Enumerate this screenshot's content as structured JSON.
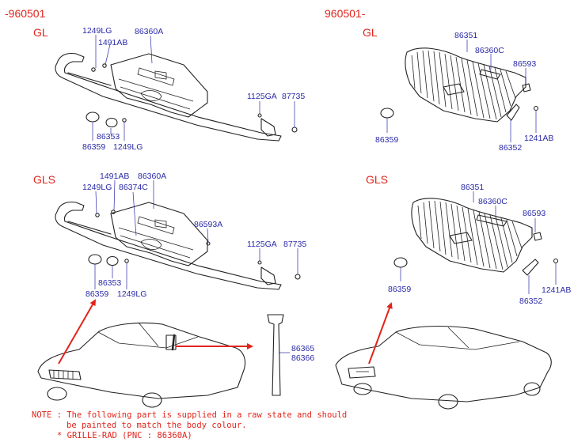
{
  "sections": {
    "left_period": "-960501",
    "right_period": "960501-",
    "gl_left": "GL",
    "gls_left": "GLS",
    "gl_right": "GL",
    "gls_right": "GLS"
  },
  "labels": {
    "l1_1249LG_top": "1249LG",
    "l1_1491AB": "1491AB",
    "l1_86360A": "86360A",
    "l1_1125GA": "1125GA",
    "l1_87735": "87735",
    "l1_86353": "86353",
    "l1_86359": "86359",
    "l1_1249LG_bot": "1249LG",
    "l2_1491AB": "1491AB",
    "l2_86360A": "86360A",
    "l2_1249LG_top": "1249LG",
    "l2_86374C": "86374C",
    "l2_86593A": "86593A",
    "l2_1125GA": "1125GA",
    "l2_87735": "87735",
    "l2_86353": "86353",
    "l2_86359": "86359",
    "l2_1249LG_bot": "1249LG",
    "r1_86351": "86351",
    "r1_86360C": "86360C",
    "r1_86593": "86593",
    "r1_86359": "86359",
    "r1_1241AB": "1241AB",
    "r1_86352": "86352",
    "r2_86351": "86351",
    "r2_86360C": "86360C",
    "r2_86593": "86593",
    "r2_86359": "86359",
    "r2_1241AB": "1241AB",
    "r2_86352": "86352",
    "strip_86365": "86365",
    "strip_86366": "86366"
  },
  "note": {
    "line1": "NOTE : The following part is supplied in a raw state and should",
    "line2": "be painted to match the body colour.",
    "line3": "* GRILLE-RAD (PNC : 86360A)"
  },
  "colors": {
    "header": "#e0241b",
    "label": "#2a2aa8",
    "line": "#222222",
    "arrow": "#e0241b"
  }
}
